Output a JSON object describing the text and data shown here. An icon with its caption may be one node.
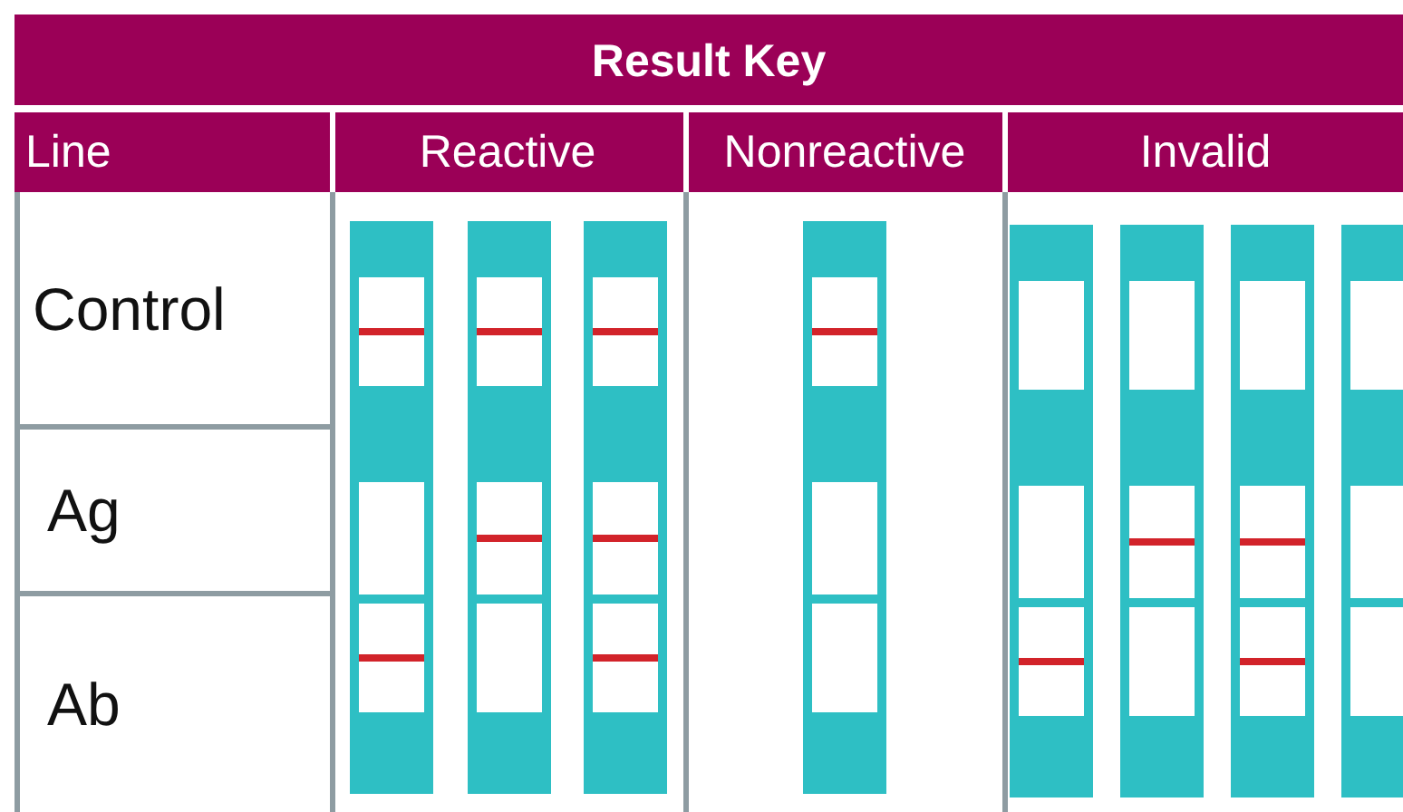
{
  "diagram": {
    "title": "Result Key",
    "labels": [
      "Line",
      "Reactive",
      "Nonreactive",
      "Invalid",
      "Control",
      "Ag",
      "Ab"
    ]
  }
}
